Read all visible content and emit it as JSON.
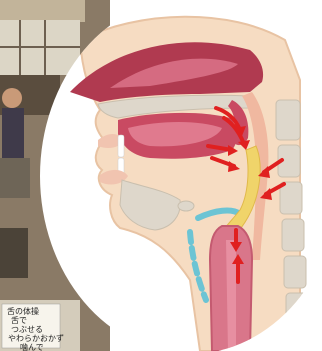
{
  "background_photo": {
    "cue_card_lines": [
      "舌の体操",
      "舌で",
      "つぶせる",
      "やわらかおかず",
      "噛んで"
    ]
  },
  "diagram": {
    "arrows": [
      {
        "name": "soft-palate-arrow-upper",
        "direction": "down-right"
      },
      {
        "name": "soft-palate-arrow-lower",
        "direction": "down-right"
      },
      {
        "name": "oral-cavity-arrow-upper",
        "direction": "right"
      },
      {
        "name": "oral-cavity-arrow-lower",
        "direction": "right"
      },
      {
        "name": "pharynx-arrow-upper",
        "direction": "down-left"
      },
      {
        "name": "pharynx-arrow-lower",
        "direction": "down-left"
      },
      {
        "name": "esophagus-arrow-down",
        "direction": "down"
      },
      {
        "name": "esophagus-arrow-up",
        "direction": "up"
      }
    ]
  },
  "colors": {
    "skin": "#f6dcc2",
    "skin_outline": "#e8c3a3",
    "nasal_cavity": "#b03a50",
    "nasal_light": "#e58096",
    "bone": "#ded7cb",
    "bone_dark": "#c9bfae",
    "bolus": "#f0d46a",
    "esophagus": "#d9768a",
    "arrow": "#e02020",
    "cartilage": "#6cc4d4"
  }
}
